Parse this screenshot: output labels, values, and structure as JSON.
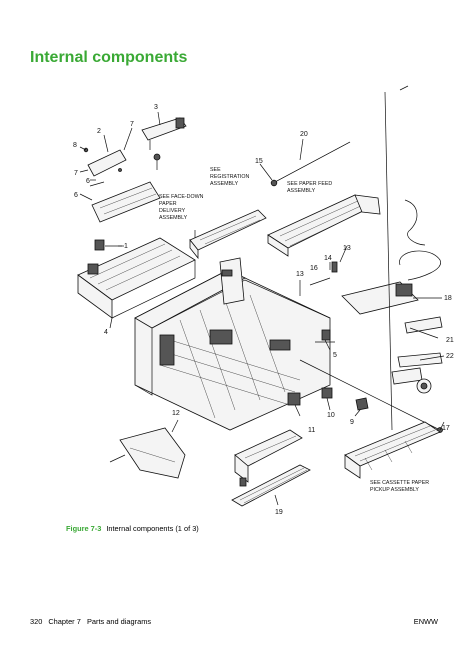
{
  "heading": "Internal components",
  "figure": {
    "number": "Figure 7-3",
    "caption": "Internal components (1 of 3)"
  },
  "callouts": {
    "c1": "1",
    "c2": "2",
    "c3": "3",
    "c4": "4",
    "c5": "5",
    "c6a": "6",
    "c6b": "6",
    "c7a": "7",
    "c7b": "7",
    "c8": "8",
    "c9": "9",
    "c10": "10",
    "c11": "11",
    "c12": "12",
    "c13a": "13",
    "c13b": "13",
    "c14": "14",
    "c15": "15",
    "c16": "16",
    "c17": "17",
    "c18": "18",
    "c19": "19",
    "c20": "20",
    "c21": "21",
    "c22": "22"
  },
  "notes": {
    "registration": [
      "SEE",
      "REGISTRATION",
      "ASSEMBLY"
    ],
    "paper_feed": [
      "SEE PAPER FEED",
      "ASSEMBLY"
    ],
    "face_down": [
      "SEE FACE-DOWN",
      "PAPER",
      "DELIVERY",
      "ASSEMBLY"
    ],
    "cassette": [
      "SEE CASSETTE PAPER",
      "PICKUP ASSEMBLY"
    ]
  },
  "footer": {
    "page_number": "320",
    "chapter": "Chapter 7   Parts and diagrams",
    "right": "ENWW"
  },
  "colors": {
    "heading": "#3aa935",
    "figure_label": "#3aa935"
  }
}
